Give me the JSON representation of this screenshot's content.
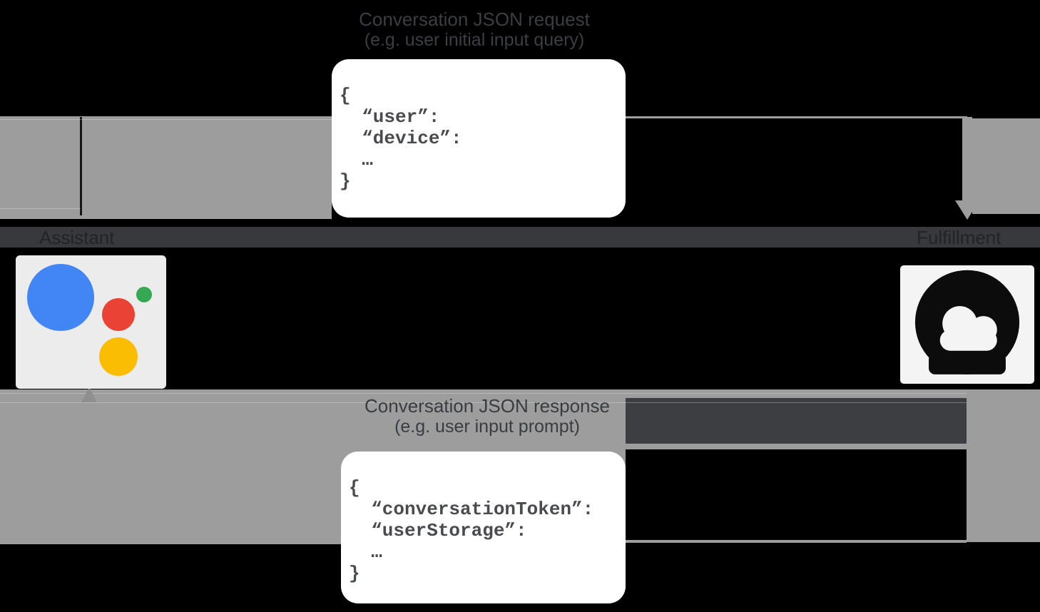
{
  "request": {
    "label_line1": "Conversation JSON request",
    "label_line2": "(e.g. user initial input query)",
    "code": "{\n  “user”:\n  “device”:\n  …\n}"
  },
  "response": {
    "label_line1": "Conversation JSON response",
    "label_line2": "(e.g. user input prompt)",
    "code": "{\n  “conversationToken”:\n  “userStorage”:\n  …\n}"
  },
  "entities": {
    "assistant_label": "Assistant",
    "fulfillment_label": "Fulfillment"
  },
  "icons": {
    "assistant": "google-assistant-logo",
    "fulfillment": "cloud-icon"
  },
  "colors": {
    "background": "#000000",
    "arrow_gray": "#9d9d9d",
    "entity_band": "#37393c",
    "label_text": "#3b3e42",
    "code_text": "#4a4b4e",
    "payload_background": "#ffffff",
    "assistant_blue": "#4285f4",
    "assistant_green": "#34a853",
    "assistant_red": "#ea4335",
    "assistant_yellow": "#fbbc04",
    "cloud_black": "#0c0c0c"
  }
}
